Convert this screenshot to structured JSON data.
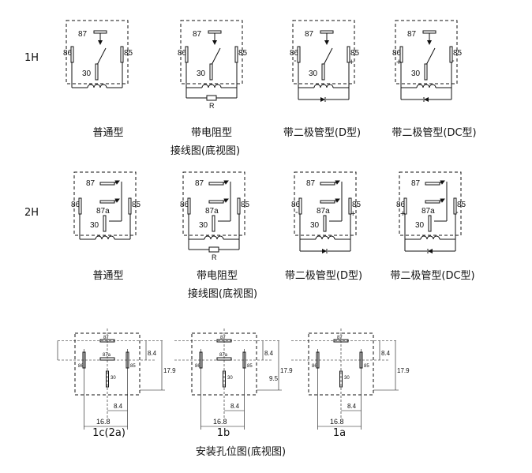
{
  "rows": {
    "row1_label": "1H",
    "row2_label": "2H"
  },
  "pins": {
    "p87": "87",
    "p87a": "87a",
    "p86": "86",
    "p85": "85",
    "p30": "30",
    "resistor": "R",
    "plus": "+",
    "minus": "-"
  },
  "types": {
    "normal": "普通型",
    "resistor": "带电阻型",
    "diode_d": "带二极管型(D型)",
    "diode_dc": "带二极管型(DC型)"
  },
  "captions": {
    "wiring": "接线图(底视图)",
    "mounting": "安装孔位图(底视图)"
  },
  "mounting": {
    "variants": [
      "1c(2a)",
      "1b",
      "1a"
    ],
    "dims": {
      "d84": "8.4",
      "d179": "17.9",
      "d95": "9.5",
      "d168": "16.8"
    }
  }
}
